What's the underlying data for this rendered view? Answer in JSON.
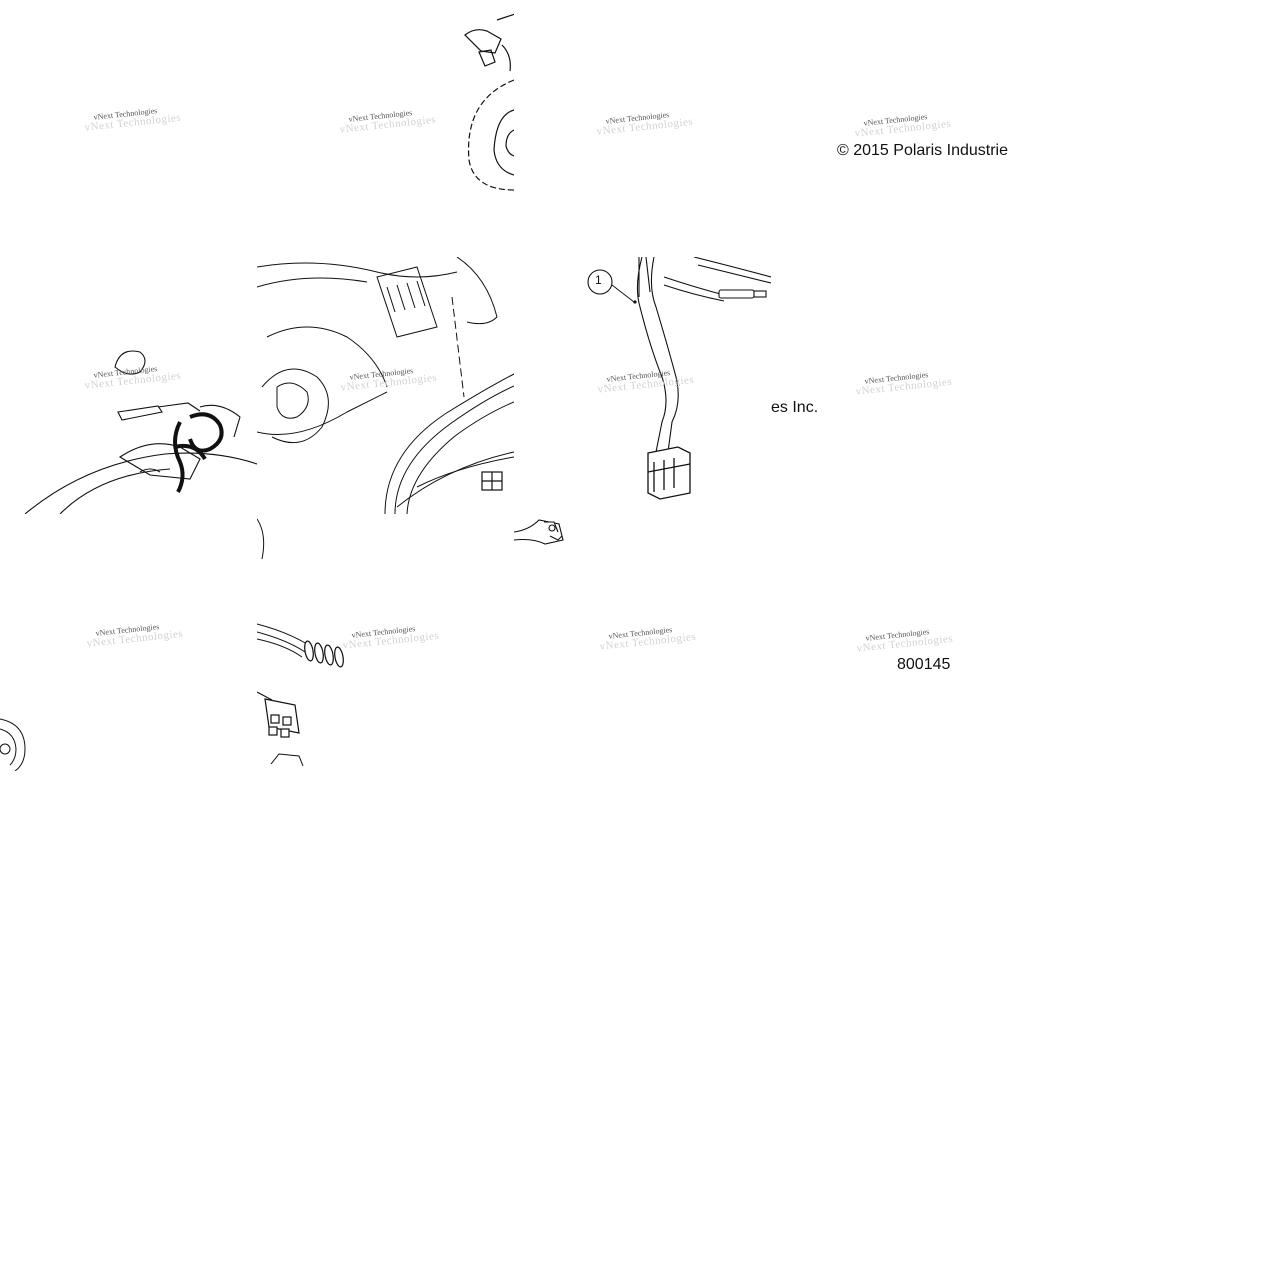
{
  "watermark": {
    "text": "vNext Technologies"
  },
  "copyright": {
    "part1": "© 2015 Polaris Industrie",
    "part2": "es Inc."
  },
  "part_number": "800145",
  "callouts": [
    {
      "label": "1"
    }
  ],
  "colors": {
    "line": "#111111",
    "background": "#ffffff",
    "watermark_fg": "#555555",
    "watermark_bg": "#d2d2d2"
  }
}
